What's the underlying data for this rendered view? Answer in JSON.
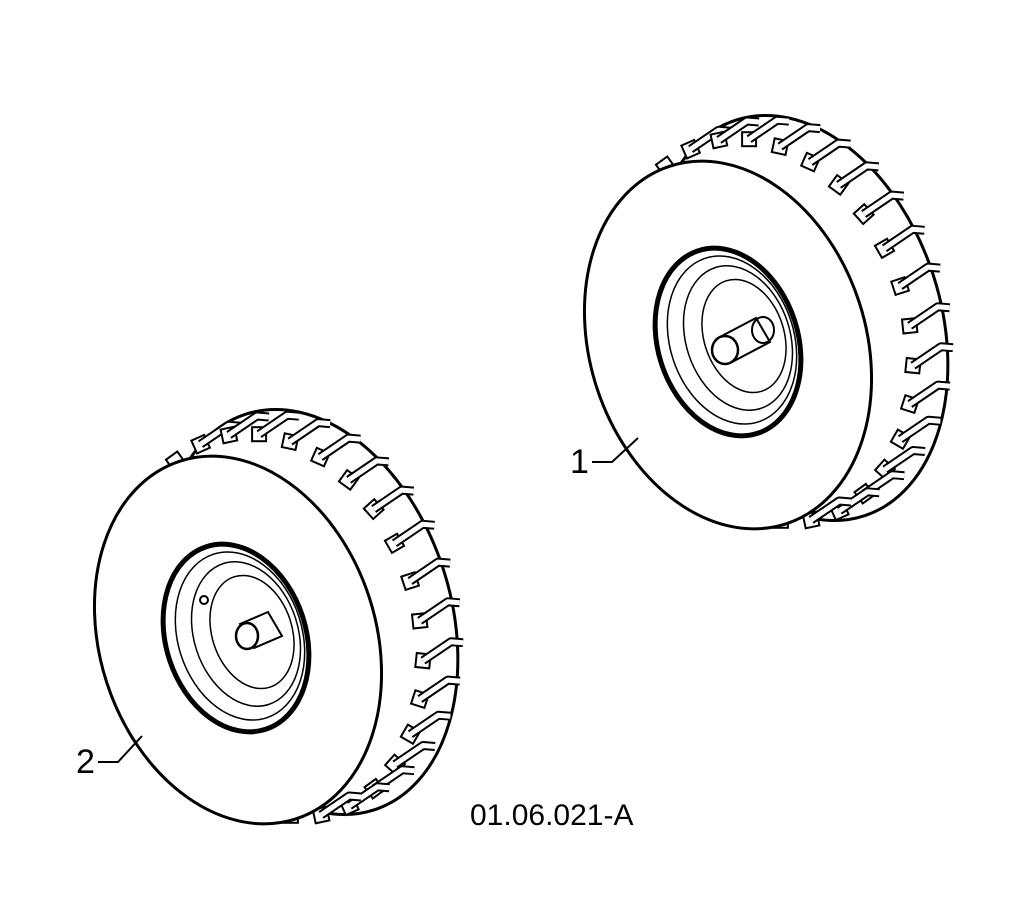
{
  "diagram": {
    "parts": [
      {
        "callout": "1",
        "item": "wheel-tire-assembly"
      },
      {
        "callout": "2",
        "item": "wheel-tire-assembly"
      }
    ],
    "reference_code": "01.06.021-A"
  },
  "colors": {
    "line": "#000000",
    "fill": "#ffffff"
  }
}
